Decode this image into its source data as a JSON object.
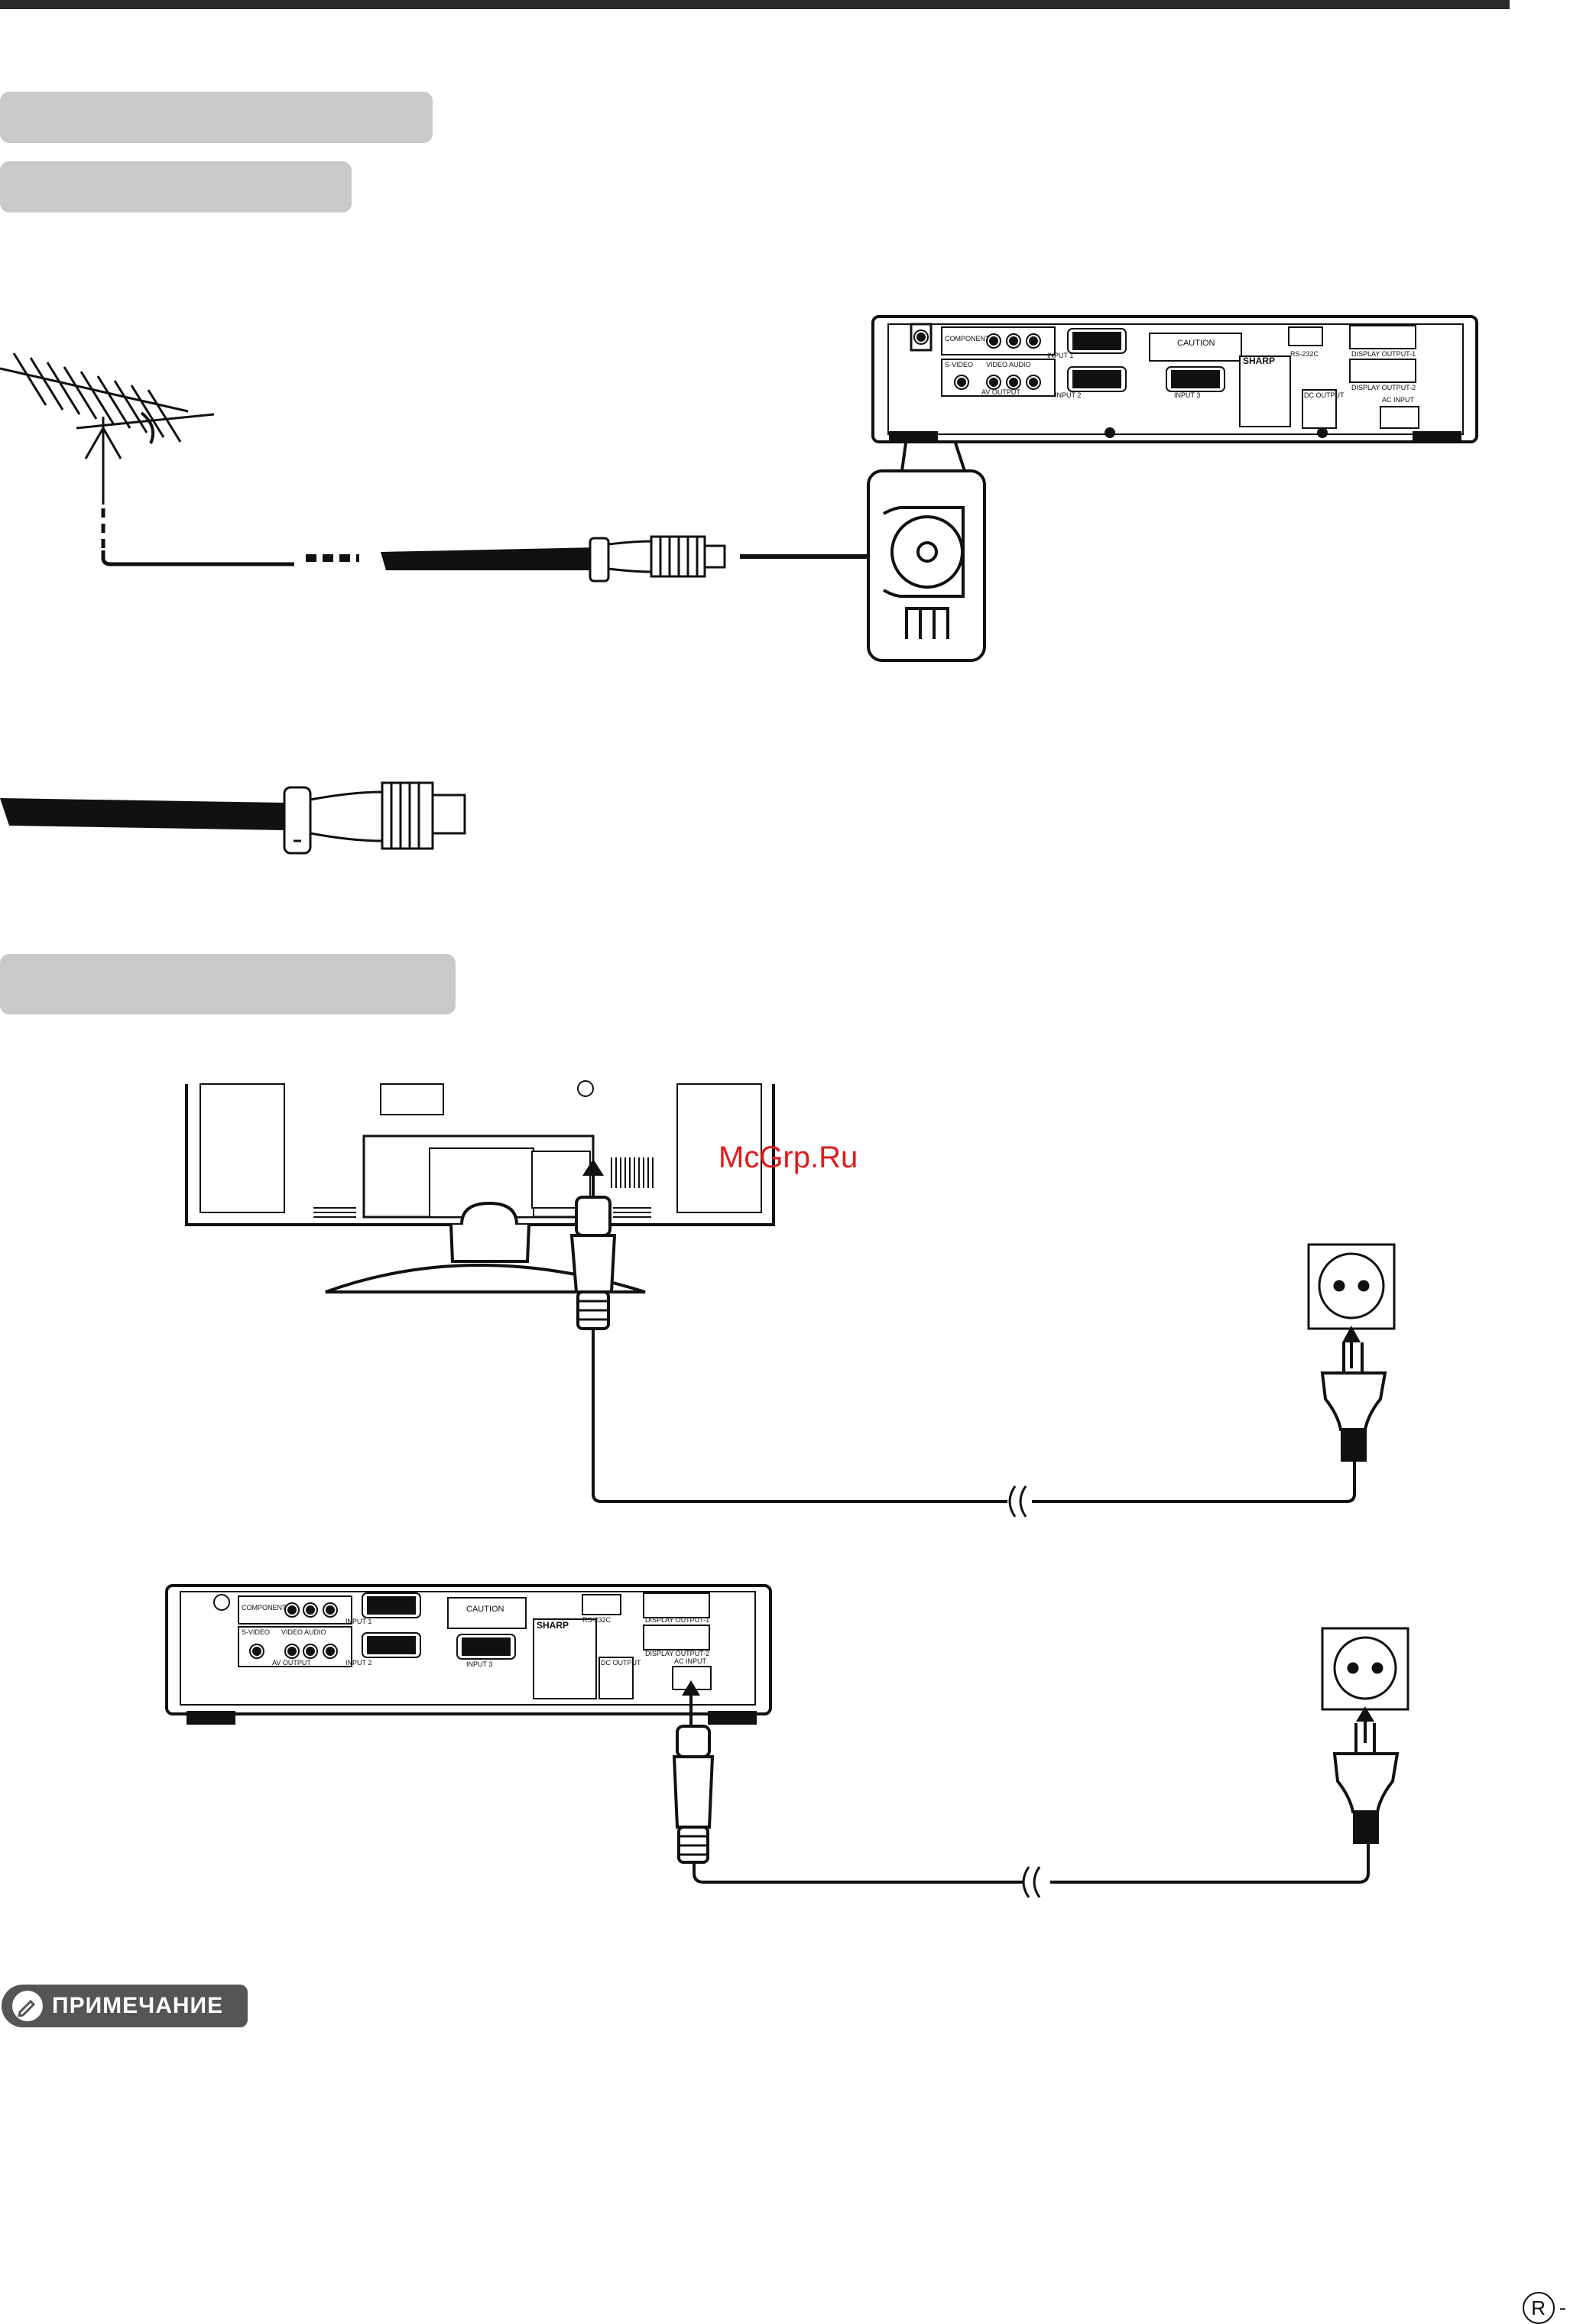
{
  "watermark": "McGrp.Ru",
  "note": {
    "label": "ПРИМЕЧАНИЕ",
    "icon": "pencil-icon"
  },
  "page_marker": {
    "letter": "R",
    "suffix": "-"
  },
  "tv_panel": {
    "jack_labels": [
      "COMPONENT",
      "S-VIDEO",
      "VIDEO",
      "AUDIO",
      "AV OUTPUT",
      "INPUT 1",
      "INPUT 2",
      "INPUT 3",
      "CAUTION",
      "RS-232C",
      "DISPLAY OUTPUT-1",
      "DISPLAY OUTPUT-2",
      "DC OUTPUT",
      "AC INPUT"
    ],
    "brand": "SHARP"
  },
  "colors": {
    "section_pill": "#c9c9c9",
    "line": "#111111",
    "badge": "#555555",
    "watermark": "#e01b1b"
  }
}
